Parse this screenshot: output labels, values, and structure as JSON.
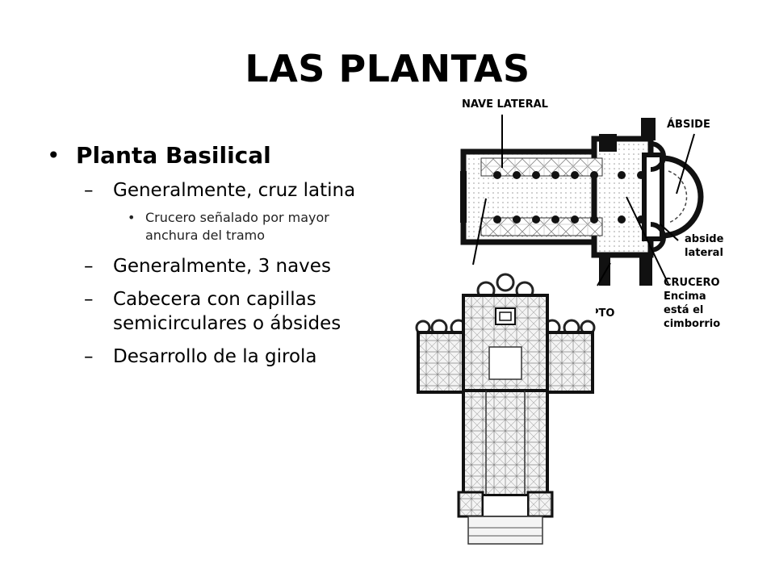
{
  "title": "LAS PLANTAS",
  "bullets": {
    "main": "Planta Basilical",
    "sub": [
      "Generalmente, cruz latina",
      "Generalmente, 3 naves",
      "Cabecera con capillas semicirculares o ábsides",
      "Desarrollo de la girola"
    ],
    "note": "Crucero señalado por mayor anchura del tramo",
    "dash": "–"
  },
  "figure": {
    "labels": {
      "nave_lateral": "NAVE LATERAL",
      "abside": "ÁBSIDE",
      "abside_lateral_1": "abside",
      "abside_lateral_2": "lateral",
      "crucero_1": "CRUCERO",
      "crucero_2": "Encima",
      "crucero_3": "está el",
      "crucero_4": "cimborrio",
      "partial": "PTO"
    }
  }
}
